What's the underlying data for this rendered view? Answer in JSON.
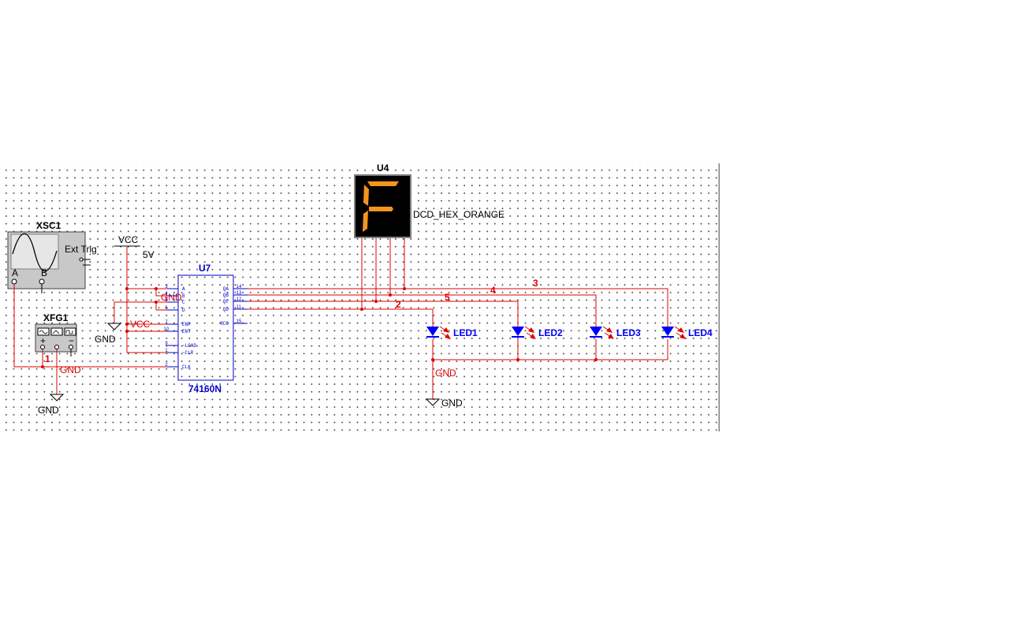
{
  "components": {
    "scope": {
      "ref": "XSC1",
      "ext_trig": "Ext Trig",
      "ch_a": "A",
      "ch_b": "B"
    },
    "fgen": {
      "ref": "XFG1"
    },
    "counter": {
      "ref": "U7",
      "part": "74160N",
      "inputs": [
        {
          "pin": "3",
          "name": "A"
        },
        {
          "pin": "4",
          "name": "B"
        },
        {
          "pin": "5",
          "name": "C"
        },
        {
          "pin": "6",
          "name": "D"
        },
        {
          "pin": "7",
          "name": "ENP"
        },
        {
          "pin": "10",
          "name": "ENT"
        },
        {
          "pin": "9",
          "name": "~LOAD"
        },
        {
          "pin": "1",
          "name": "~CLR"
        },
        {
          "pin": "2",
          "name": "CLK"
        }
      ],
      "outputs": [
        {
          "pin": "14",
          "name": "QA"
        },
        {
          "pin": "13",
          "name": "QB"
        },
        {
          "pin": "12",
          "name": "QC"
        },
        {
          "pin": "11",
          "name": "QD"
        },
        {
          "pin": "15",
          "name": "RCO"
        }
      ]
    },
    "display": {
      "ref": "U4",
      "part": "DCD_HEX_ORANGE",
      "digit": "F",
      "color": "#f7941d"
    },
    "leds": [
      {
        "ref": "LED1"
      },
      {
        "ref": "LED2"
      },
      {
        "ref": "LED3"
      },
      {
        "ref": "LED4"
      }
    ],
    "power": {
      "vcc": "VCC",
      "vcc_value": "5V",
      "gnd_symbols": [
        "GND",
        "GND",
        "GND"
      ],
      "net_labels": {
        "gnd_a": "GND",
        "vcc_b": "VCC",
        "gnd_c": "GND",
        "gnd_d": "GND"
      }
    }
  },
  "nets": [
    "1",
    "2",
    "3",
    "4",
    "5"
  ],
  "colors": {
    "wire": "#e00000",
    "part": "#0000cc",
    "text": "#000000",
    "led": "#0000ff"
  }
}
